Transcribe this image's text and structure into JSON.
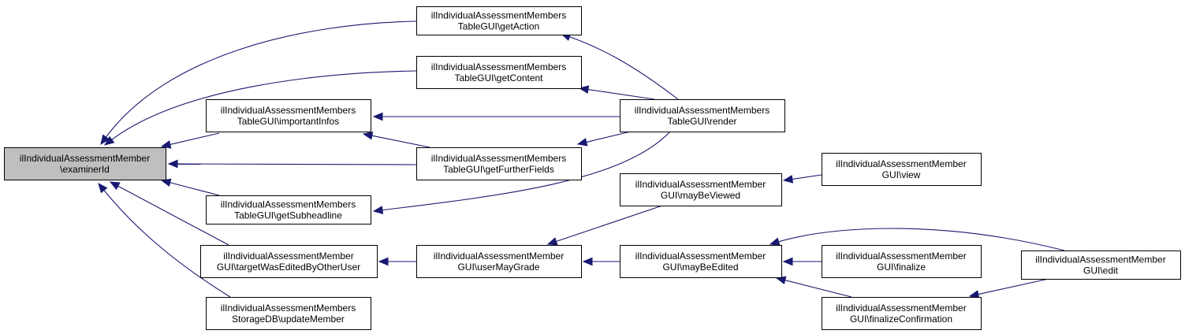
{
  "graph": {
    "edge_color": "#191970",
    "node_fill": "#ffffff",
    "focus_fill": "#bfbfbf",
    "nodes": [
      {
        "id": "examinerId",
        "lines": [
          "ilIndividualAssessmentMember",
          "\\examinerId"
        ],
        "focus": true
      },
      {
        "id": "getAction",
        "lines": [
          "ilIndividualAssessmentMembers",
          "TableGUI\\getAction"
        ]
      },
      {
        "id": "getContent",
        "lines": [
          "ilIndividualAssessmentMembers",
          "TableGUI\\getContent"
        ]
      },
      {
        "id": "importantInfos",
        "lines": [
          "ilIndividualAssessmentMembers",
          "TableGUI\\importantInfos"
        ]
      },
      {
        "id": "render",
        "lines": [
          "ilIndividualAssessmentMembers",
          "TableGUI\\render"
        ]
      },
      {
        "id": "getFurtherFields",
        "lines": [
          "ilIndividualAssessmentMembers",
          "TableGUI\\getFurtherFields"
        ]
      },
      {
        "id": "getSubheadline",
        "lines": [
          "ilIndividualAssessmentMembers",
          "TableGUI\\getSubheadline"
        ]
      },
      {
        "id": "targetWasEdited",
        "lines": [
          "ilIndividualAssessmentMember",
          "GUI\\targetWasEditedByOtherUser"
        ]
      },
      {
        "id": "updateMember",
        "lines": [
          "ilIndividualAssessmentMembers",
          "StorageDB\\updateMember"
        ]
      },
      {
        "id": "userMayGrade",
        "lines": [
          "ilIndividualAssessmentMember",
          "GUI\\userMayGrade"
        ]
      },
      {
        "id": "mayBeViewed",
        "lines": [
          "ilIndividualAssessmentMember",
          "GUI\\mayBeViewed"
        ]
      },
      {
        "id": "mayBeEdited",
        "lines": [
          "ilIndividualAssessmentMember",
          "GUI\\mayBeEdited"
        ]
      },
      {
        "id": "view",
        "lines": [
          "ilIndividualAssessmentMember",
          "GUI\\view"
        ]
      },
      {
        "id": "finalize",
        "lines": [
          "ilIndividualAssessmentMember",
          "GUI\\finalize"
        ]
      },
      {
        "id": "finalizeConfirmation",
        "lines": [
          "ilIndividualAssessmentMember",
          "GUI\\finalizeConfirmation"
        ]
      },
      {
        "id": "edit",
        "lines": [
          "ilIndividualAssessmentMember",
          "GUI\\edit"
        ]
      }
    ],
    "edges": [
      {
        "from": "getAction",
        "to": "examinerId"
      },
      {
        "from": "getContent",
        "to": "examinerId"
      },
      {
        "from": "importantInfos",
        "to": "examinerId"
      },
      {
        "from": "getFurtherFields",
        "to": "examinerId"
      },
      {
        "from": "getSubheadline",
        "to": "examinerId"
      },
      {
        "from": "targetWasEdited",
        "to": "examinerId"
      },
      {
        "from": "updateMember",
        "to": "examinerId"
      },
      {
        "from": "render",
        "to": "getAction"
      },
      {
        "from": "render",
        "to": "getContent"
      },
      {
        "from": "render",
        "to": "importantInfos"
      },
      {
        "from": "getFurtherFields",
        "to": "importantInfos"
      },
      {
        "from": "render",
        "to": "getFurtherFields"
      },
      {
        "from": "render",
        "to": "getSubheadline"
      },
      {
        "from": "userMayGrade",
        "to": "targetWasEdited"
      },
      {
        "from": "mayBeViewed",
        "to": "userMayGrade"
      },
      {
        "from": "mayBeEdited",
        "to": "userMayGrade"
      },
      {
        "from": "view",
        "to": "mayBeViewed"
      },
      {
        "from": "finalize",
        "to": "mayBeEdited"
      },
      {
        "from": "finalizeConfirmation",
        "to": "mayBeEdited"
      },
      {
        "from": "edit",
        "to": "mayBeEdited"
      },
      {
        "from": "edit",
        "to": "finalizeConfirmation"
      }
    ]
  }
}
